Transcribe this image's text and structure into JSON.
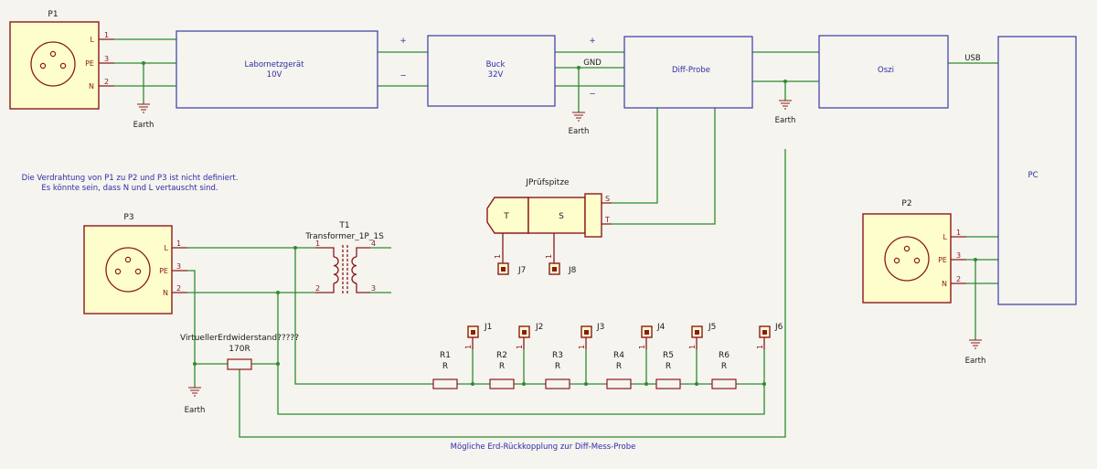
{
  "connectors": {
    "p1": {
      "ref": "P1",
      "pins": [
        {
          "name": "L",
          "num": "1"
        },
        {
          "name": "PE",
          "num": "3"
        },
        {
          "name": "N",
          "num": "2"
        }
      ]
    },
    "p2": {
      "ref": "P2",
      "pins": [
        {
          "name": "L",
          "num": "1"
        },
        {
          "name": "PE",
          "num": "3"
        },
        {
          "name": "N",
          "num": "2"
        }
      ]
    },
    "p3": {
      "ref": "P3",
      "pins": [
        {
          "name": "L",
          "num": "1"
        },
        {
          "name": "PE",
          "num": "3"
        },
        {
          "name": "N",
          "num": "2"
        }
      ]
    }
  },
  "blocks": {
    "labornetzgeraet": {
      "line1": "Labornetzgerät",
      "line2": "10V"
    },
    "buck": {
      "line1": "Buck",
      "line2": "32V"
    },
    "diff_probe": {
      "line1": "Diff-Probe"
    },
    "oszi": {
      "line1": "Oszi"
    },
    "pc": {
      "line1": "PC"
    }
  },
  "net_labels": {
    "plus_1": "+",
    "minus_1": "−",
    "plus_2": "+",
    "minus_2": "−",
    "gnd": "GND",
    "usb": "USB",
    "earth": "Earth"
  },
  "transformer": {
    "ref": "T1",
    "value": "Transformer_1P_1S",
    "pins": [
      "1",
      "2",
      "3",
      "4"
    ]
  },
  "probe_jack": {
    "ref": "JPrüfspitze",
    "tip": "T",
    "sleeve": "S",
    "pin_s": "S",
    "pin_t": "T"
  },
  "jumpers": {
    "j7": {
      "ref": "J7",
      "pin": "1"
    },
    "j8": {
      "ref": "J8",
      "pin": "1"
    },
    "row": [
      {
        "ref": "J1",
        "pin": "1"
      },
      {
        "ref": "J2",
        "pin": "1"
      },
      {
        "ref": "J3",
        "pin": "1"
      },
      {
        "ref": "J4",
        "pin": "1"
      },
      {
        "ref": "J5",
        "pin": "1"
      },
      {
        "ref": "J6",
        "pin": "1"
      }
    ]
  },
  "resistors": [
    {
      "ref": "R1",
      "value": "R"
    },
    {
      "ref": "R2",
      "value": "R"
    },
    {
      "ref": "R3",
      "value": "R"
    },
    {
      "ref": "R4",
      "value": "R"
    },
    {
      "ref": "R5",
      "value": "R"
    },
    {
      "ref": "R6",
      "value": "R"
    }
  ],
  "earth_resistor": {
    "ref": "VirtuellerErdwiderstand?????",
    "value": "170R"
  },
  "notes": {
    "wiring_line1": "Die Verdrahtung von P1 zu P2 und P3 ist nicht definiert.",
    "wiring_line2": "Es könnte sein, dass N und L vertauscht sind.",
    "feedback": "Mögliche Erd-Rückkopplung zur Diff-Mess-Probe"
  }
}
